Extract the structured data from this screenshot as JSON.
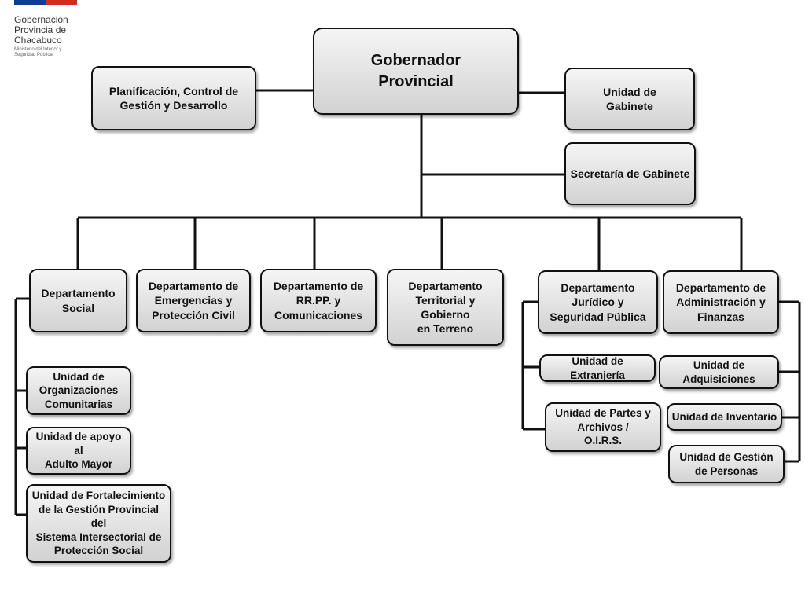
{
  "logo": {
    "line1": "Gobernación",
    "line2": "Provincia de",
    "line3": "Chacabuco",
    "sub1": "Ministerio del Interior y",
    "sub2": "Seguridad Pública",
    "colors": {
      "blue": "#0b3d91",
      "red": "#d52b1e"
    }
  },
  "nodes": {
    "gobernador": "Gobernador\nProvincial",
    "planificacion": "Planificación, Control de\nGestión y Desarrollo",
    "unidad_gabinete": "Unidad de\nGabinete",
    "secretaria_gabinete": "Secretaría de Gabinete",
    "depto_social": "Departamento\nSocial",
    "depto_emergencias": "Departamento de\nEmergencias y\nProtección Civil",
    "depto_rrpp": "Departamento de\nRR.PP.  y\nComunicaciones",
    "depto_territorial": "Departamento\nTerritorial y\nGobierno\nen Terreno",
    "depto_juridico": "Departamento\nJurídico y\nSeguridad Pública",
    "depto_administracion": "Departamento de\nAdministración y\nFinanzas",
    "unidad_organizaciones": "Unidad de\nOrganizaciones\nComunitarias",
    "unidad_adulto_mayor": "Unidad de apoyo al\nAdulto Mayor",
    "unidad_fortalecimiento": "Unidad de Fortalecimiento\nde la Gestión Provincial del\nSistema Intersectorial de\nProtección Social",
    "unidad_extranjeria": "Unidad de Extranjería",
    "unidad_partes": "Unidad de Partes y\nArchivos /\nO.I.R.S.",
    "unidad_adquisiciones": "Unidad de\nAdquisiciones",
    "unidad_inventario": "Unidad de Inventario",
    "unidad_gestion_personas": "Unidad de Gestión\nde Personas"
  }
}
